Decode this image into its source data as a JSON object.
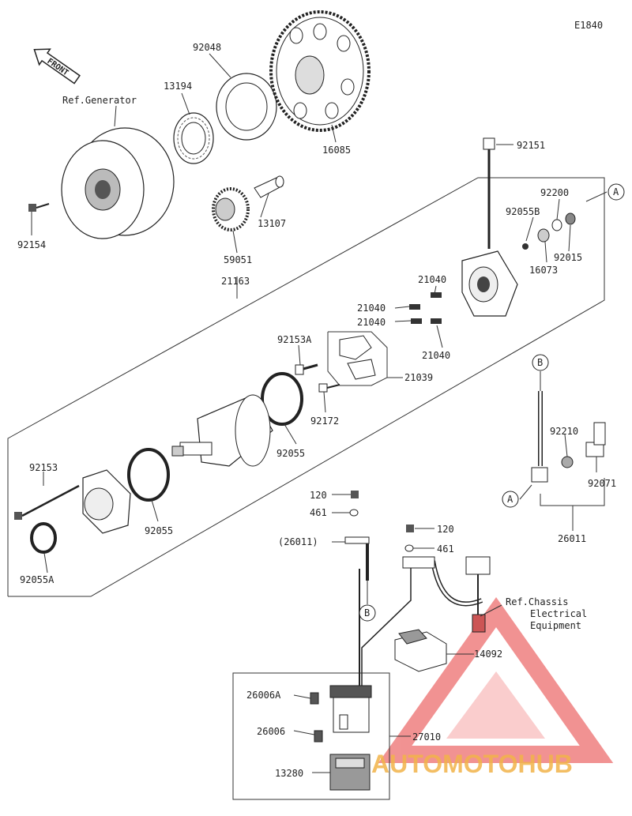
{
  "diagram_code": "E1840",
  "front_label": "FRONT",
  "callouts": {
    "ref_generator": "Ref.Generator",
    "ref_chassis_1": "Ref.Chassis",
    "ref_chassis_2": "Electrical",
    "ref_chassis_3": "Equipment",
    "p92048": "92048",
    "p13194": "13194",
    "p16085": "16085",
    "p92154": "92154",
    "p13107": "13107",
    "p59051": "59051",
    "p21163": "21163",
    "p92151": "92151",
    "p92200": "92200",
    "p92055B": "92055B",
    "p92015": "92015",
    "p16073": "16073",
    "p21040a": "21040",
    "p21040b": "21040",
    "p21040c": "21040",
    "p21040d": "21040",
    "p92153A": "92153A",
    "p21039": "21039",
    "p92172": "92172",
    "p92055a": "92055",
    "p92153": "92153",
    "p92055b": "92055",
    "p92055A": "92055A",
    "p92210": "92210",
    "p92071": "92071",
    "p26011": "26011",
    "p120a": "120",
    "p461a": "461",
    "p26011paren": "(26011)",
    "p120b": "120",
    "p461b": "461",
    "p14092": "14092",
    "p26006A": "26006A",
    "p26006": "26006",
    "p27010": "27010",
    "p13280": "13280"
  },
  "markers": {
    "A": "A",
    "B": "B"
  },
  "watermark": {
    "text": "AUTOMOTOHUB",
    "colors": [
      "#f2b34a",
      "#e63a3a",
      "#1f2a44"
    ]
  }
}
